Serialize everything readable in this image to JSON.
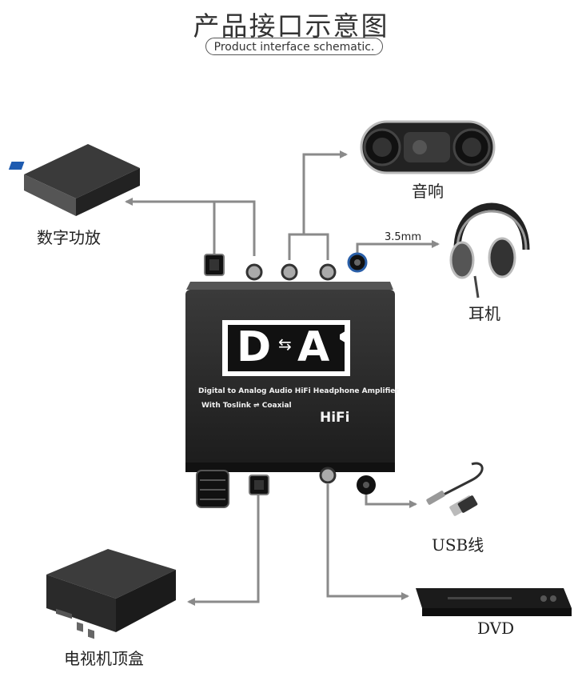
{
  "header": {
    "title": "产品接口示意图",
    "subtitle": "Product interface schematic."
  },
  "devices": {
    "amplifier": "数字功放",
    "speaker": "音响",
    "headphones": "耳机",
    "usb": "USB线",
    "dvd": "DVD",
    "tvbox": "电视机顶盒"
  },
  "connections": {
    "jack_size": "3.5mm"
  },
  "product": {
    "logo_left": "D",
    "logo_right": "A",
    "line1": "Digital to Analog Audio HiFi Headphone Amplifier",
    "line2": "With Toslink ⇌ Coaxial",
    "badge": "HiFi"
  },
  "colors": {
    "arrow": "#8a8a8a",
    "device_body": "#2a2a2a",
    "logo_white": "#ffffff"
  }
}
